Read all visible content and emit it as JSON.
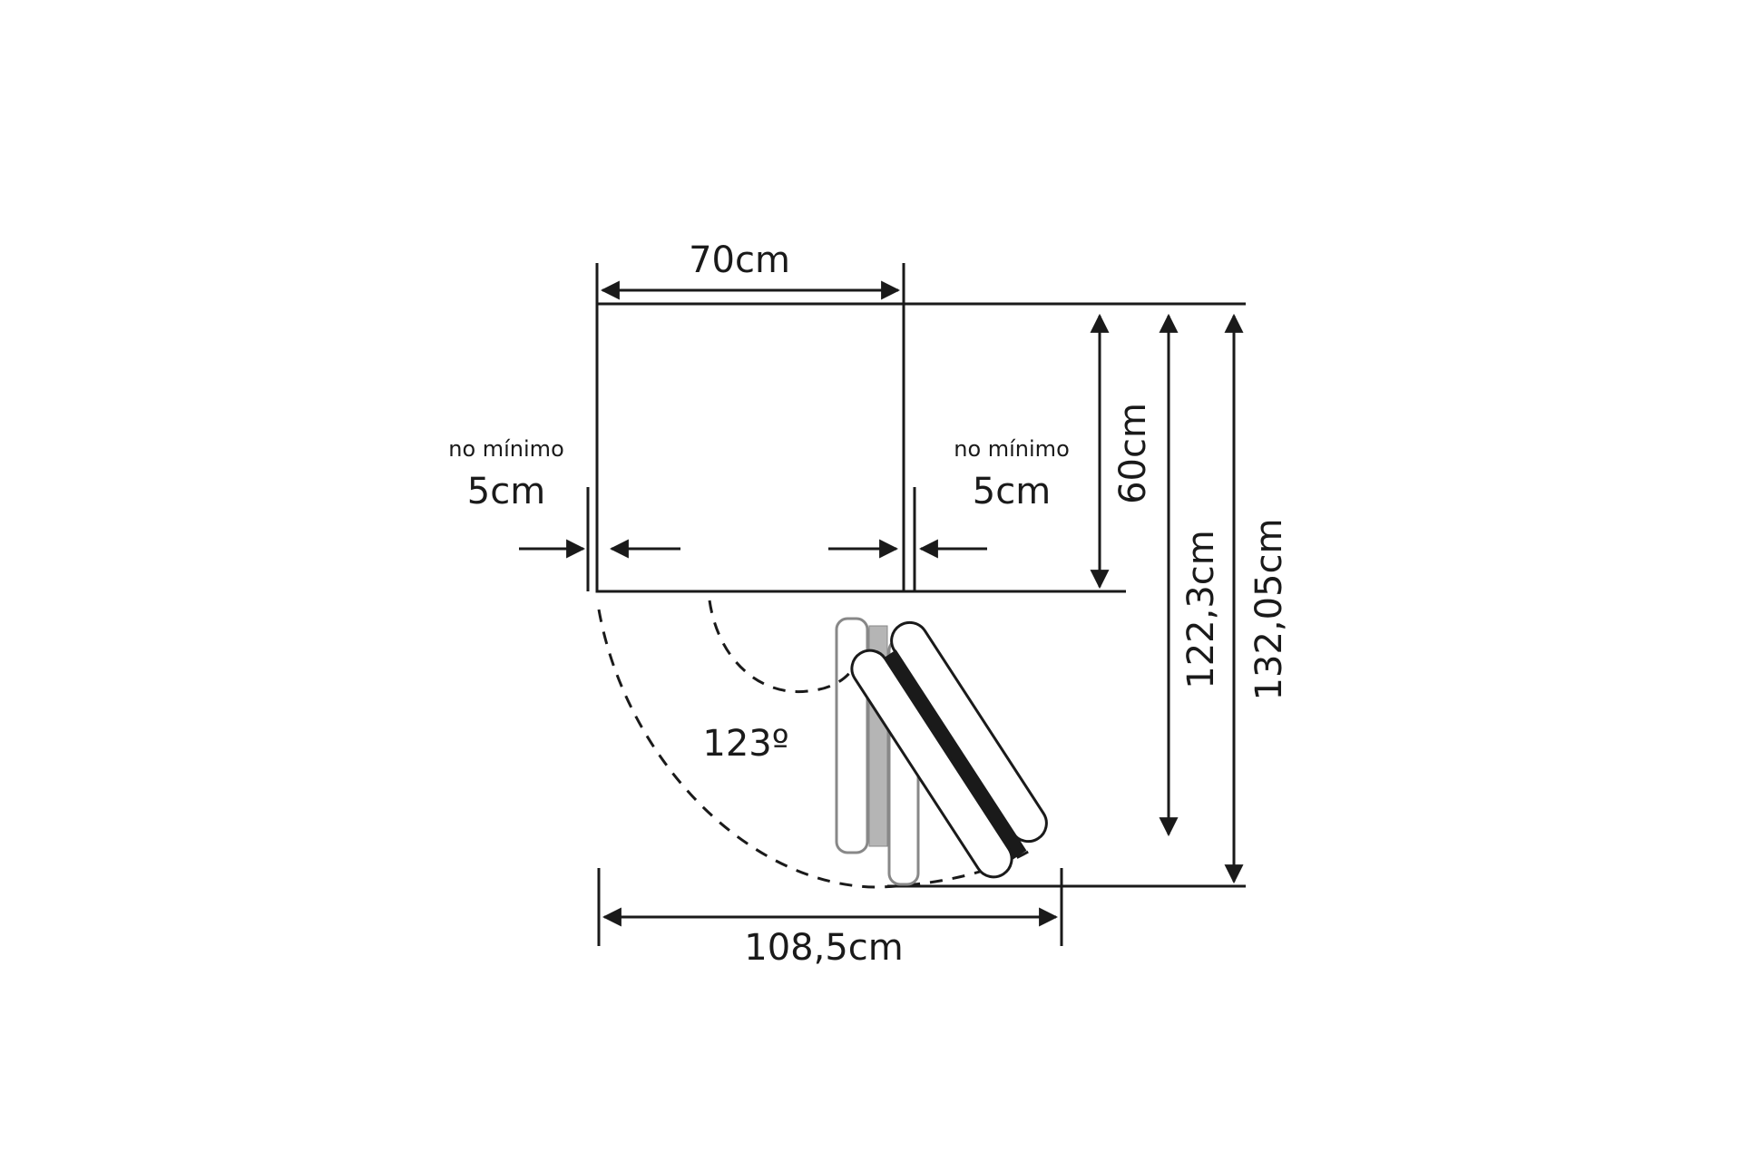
{
  "labels": {
    "width_top": "70cm",
    "depth": "60cm",
    "depth_open_door": "122,3cm",
    "depth_total": "132,05cm",
    "width_open_door": "108,5cm",
    "door_angle": "123º",
    "left_clearance_caption": "no mínimo",
    "left_clearance_value": "5cm",
    "right_clearance_caption": "no mínimo",
    "right_clearance_value": "5cm"
  },
  "colors": {
    "line": "#1a1a1a",
    "door_gray": "#888888",
    "door_gray_fill": "#b5b5b5",
    "background": "#ffffff"
  }
}
